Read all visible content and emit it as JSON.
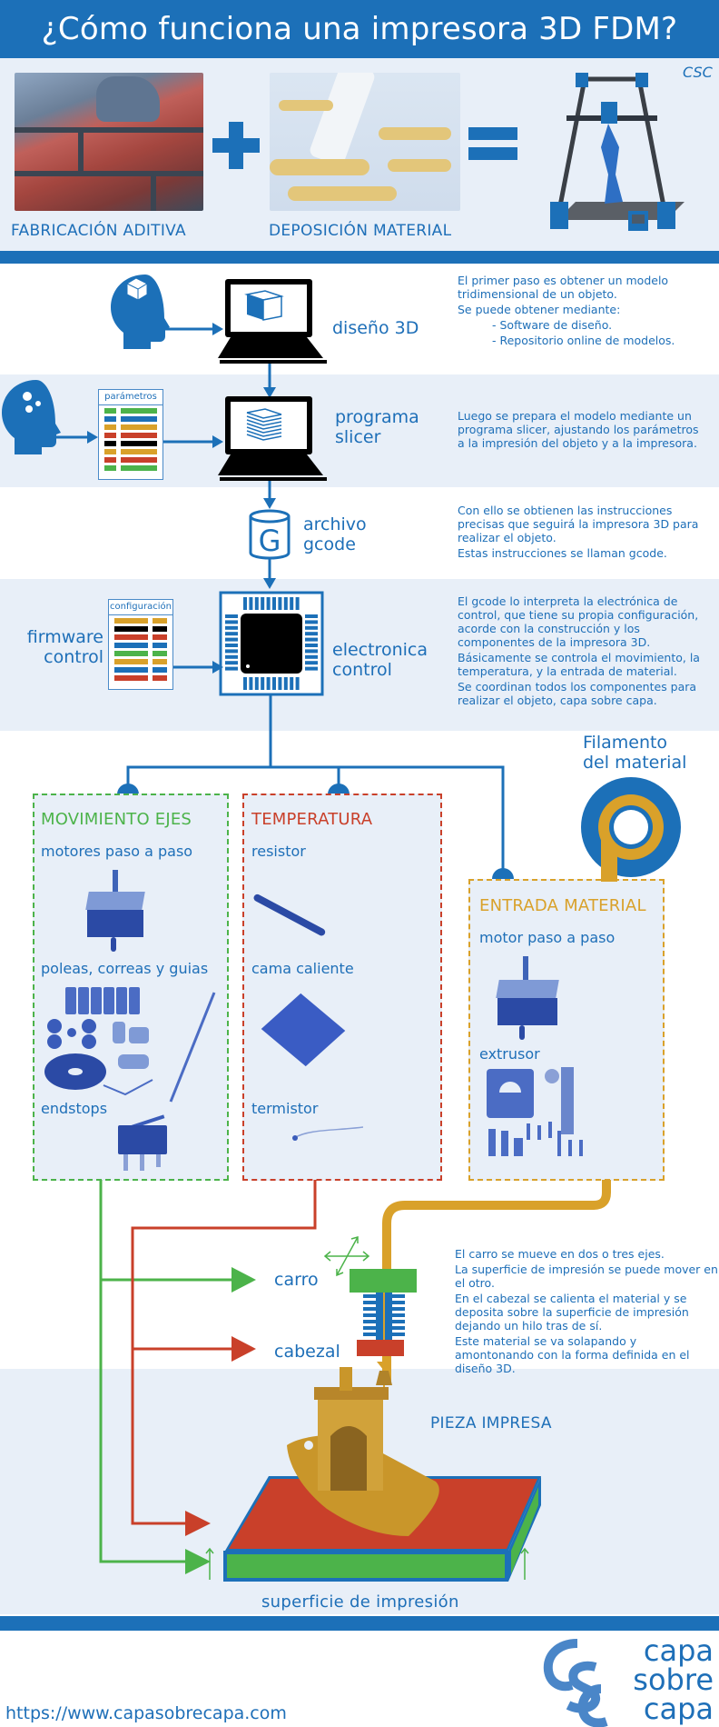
{
  "title": "¿Cómo funciona una impresora 3D FDM?",
  "colors": {
    "primary_blue": "#1c70b8",
    "light_band": "#e8eff8",
    "green": "#4cb34a",
    "red": "#c9402a",
    "gold": "#d9a12a",
    "black": "#000000"
  },
  "hero": {
    "image1_caption": "FABRICACIÓN ADITIVA",
    "image2_caption": "DEPOSICIÓN MATERIAL",
    "plus_symbol": "+",
    "equals_symbol": "=",
    "image1_icon": "bricklaying-photo",
    "image2_icon": "piping-bag-photo",
    "image3_icon": "3d-printer-photo"
  },
  "steps": {
    "design": {
      "label": "diseño 3D",
      "description": [
        "El primer paso es obtener un modelo tridimensional de un objeto.",
        "Se puede obtener mediante:"
      ],
      "bullets": [
        "- Software de diseño.",
        "- Repositorio online de modelos."
      ]
    },
    "slicer": {
      "label_line1": "programa",
      "label_line2": "slicer",
      "params_title": "parámetros",
      "description": [
        "Luego se prepara el modelo mediante un programa slicer, ajustando los parámetros a la impresión del objeto y a la impresora."
      ]
    },
    "gcode": {
      "label_line1": "archivo",
      "label_line2": "gcode",
      "icon_letter": "G",
      "description": [
        "Con ello se obtienen las instrucciones precisas que seguirá la impresora 3D para realizar el objeto.",
        "Estas instrucciones se llaman gcode."
      ]
    },
    "electronics": {
      "label_line1": "electronica",
      "label_line2": "control",
      "firmware_line1": "firmware",
      "firmware_line2": "control",
      "config_title": "configuración",
      "description": [
        "El gcode lo interpreta la electrónica de control, que tiene su propia configuración, acorde con la construcción y los componentes de la impresora 3D.",
        "Básicamente se controla el movimiento, la temperatura, y la entrada de material.",
        "Se coordinan todos los componentes para realizar el objeto, capa sobre capa."
      ]
    }
  },
  "groups": {
    "movement": {
      "title": "MOVIMIENTO EJES",
      "items": [
        "motores paso a paso",
        "poleas, correas y guias",
        "endstops"
      ]
    },
    "temperature": {
      "title": "TEMPERATURA",
      "items": [
        "resistor",
        "cama caliente",
        "termistor"
      ]
    },
    "material": {
      "title": "ENTRADA MATERIAL",
      "items": [
        "motor paso a paso",
        "extrusor"
      ]
    },
    "filament": {
      "label_line1": "Filamento",
      "label_line2": "del material"
    }
  },
  "printhead": {
    "carriage_label": "carro",
    "head_label": "cabezal",
    "description": [
      "El carro se mueve en dos o tres ejes.",
      "La superficie de impresión se puede mover en el otro.",
      "En el cabezal se calienta el material y se deposita sobre la superficie de impresión dejando un hilo tras de sí.",
      "Este material se va solapando y amontonando con la forma definida en el diseño 3D."
    ]
  },
  "print": {
    "part_label": "PIEZA IMPRESA",
    "surface_label": "superficie de impresión"
  },
  "footer": {
    "url": "https://www.capasobrecapa.com",
    "logo_lines": [
      "capa",
      "sobre",
      "capa"
    ],
    "logo_mark": "CSC"
  },
  "param_rows": [
    "#4cb34a",
    "#1c70b8",
    "#d9a12a",
    "#c9402a",
    "#000000",
    "#d9a12a",
    "#c9402a",
    "#4cb34a"
  ],
  "config_rows": [
    "#d9a12a",
    "#000000",
    "#c9402a",
    "#1c70b8",
    "#4cb34a",
    "#d9a12a",
    "#1c70b8",
    "#c9402a"
  ]
}
